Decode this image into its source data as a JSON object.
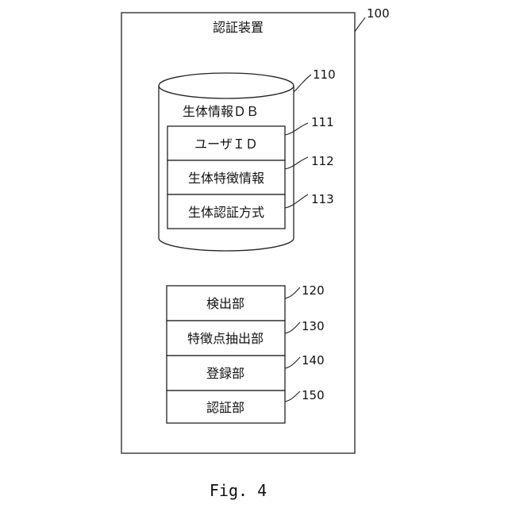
{
  "device": {
    "title": "認証装置",
    "ref": "100"
  },
  "database": {
    "title": "生体情報ＤＢ",
    "ref": "110",
    "fields": [
      {
        "label": "ユーザＩＤ",
        "ref": "111"
      },
      {
        "label": "生体特徴情報",
        "ref": "112"
      },
      {
        "label": "生体認証方式",
        "ref": "113"
      }
    ]
  },
  "units": [
    {
      "label": "検出部",
      "ref": "120"
    },
    {
      "label": "特徴点抽出部",
      "ref": "130"
    },
    {
      "label": "登録部",
      "ref": "140"
    },
    {
      "label": "認証部",
      "ref": "150"
    }
  ],
  "caption": "Fig. 4"
}
